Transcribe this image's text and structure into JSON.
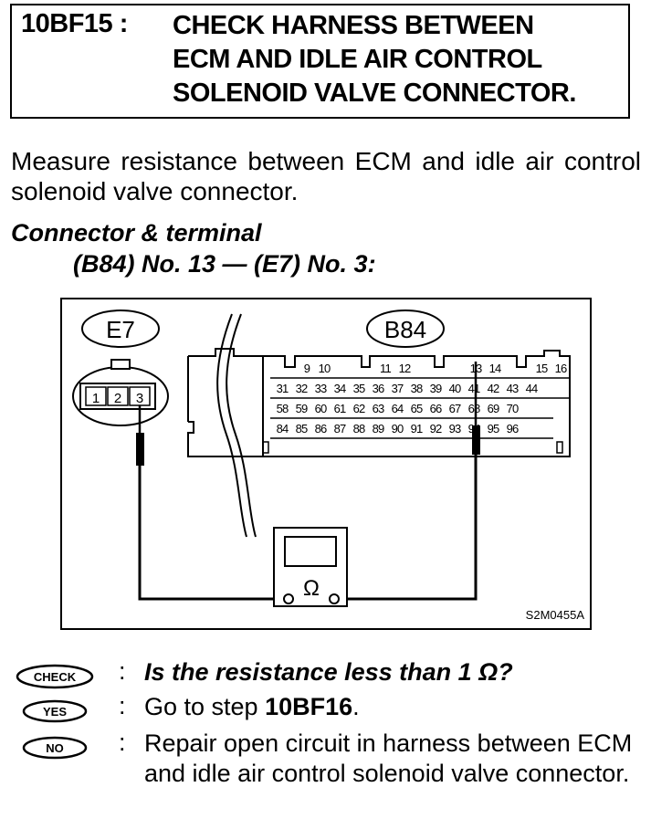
{
  "header": {
    "code": "10BF15 :",
    "title_lines": [
      "CHECK HARNESS BETWEEN",
      "ECM AND IDLE AIR CONTROL",
      "SOLENOID VALVE CONNECTOR."
    ]
  },
  "instruction": "Measure resistance between ECM and idle air control solenoid valve connector.",
  "connector_terminal": {
    "label": "Connector & terminal",
    "spec": "(B84) No. 13 — (E7) No. 3:"
  },
  "diagram": {
    "e7_label": "E7",
    "b84_label": "B84",
    "e7_pins": [
      "1",
      "2",
      "3"
    ],
    "ecm_row1": [
      "9",
      "10",
      "11",
      "12",
      "13",
      "14",
      "15",
      "16"
    ],
    "ecm_row2": [
      "31",
      "32",
      "33",
      "34",
      "35",
      "36",
      "37",
      "38",
      "39",
      "40",
      "41",
      "42",
      "43",
      "44"
    ],
    "ecm_row3": [
      "58",
      "59",
      "60",
      "61",
      "62",
      "63",
      "64",
      "65",
      "66",
      "67",
      "68",
      "69",
      "70"
    ],
    "ecm_row4": [
      "84",
      "85",
      "86",
      "87",
      "88",
      "89",
      "90",
      "91",
      "92",
      "93",
      "94",
      "95",
      "96"
    ],
    "meter_symbol": "Ω",
    "figure_code": "S2M0455A"
  },
  "answers": {
    "check_badge": "CHECK",
    "yes_badge": "YES",
    "no_badge": "NO",
    "colon": ":",
    "check_text": "Is the resistance less than 1 Ω?",
    "yes_text_pre": "Go to step ",
    "yes_step": "10BF16",
    "yes_text_post": ".",
    "no_text": "Repair open circuit in harness between ECM and idle air control solenoid valve connector."
  }
}
